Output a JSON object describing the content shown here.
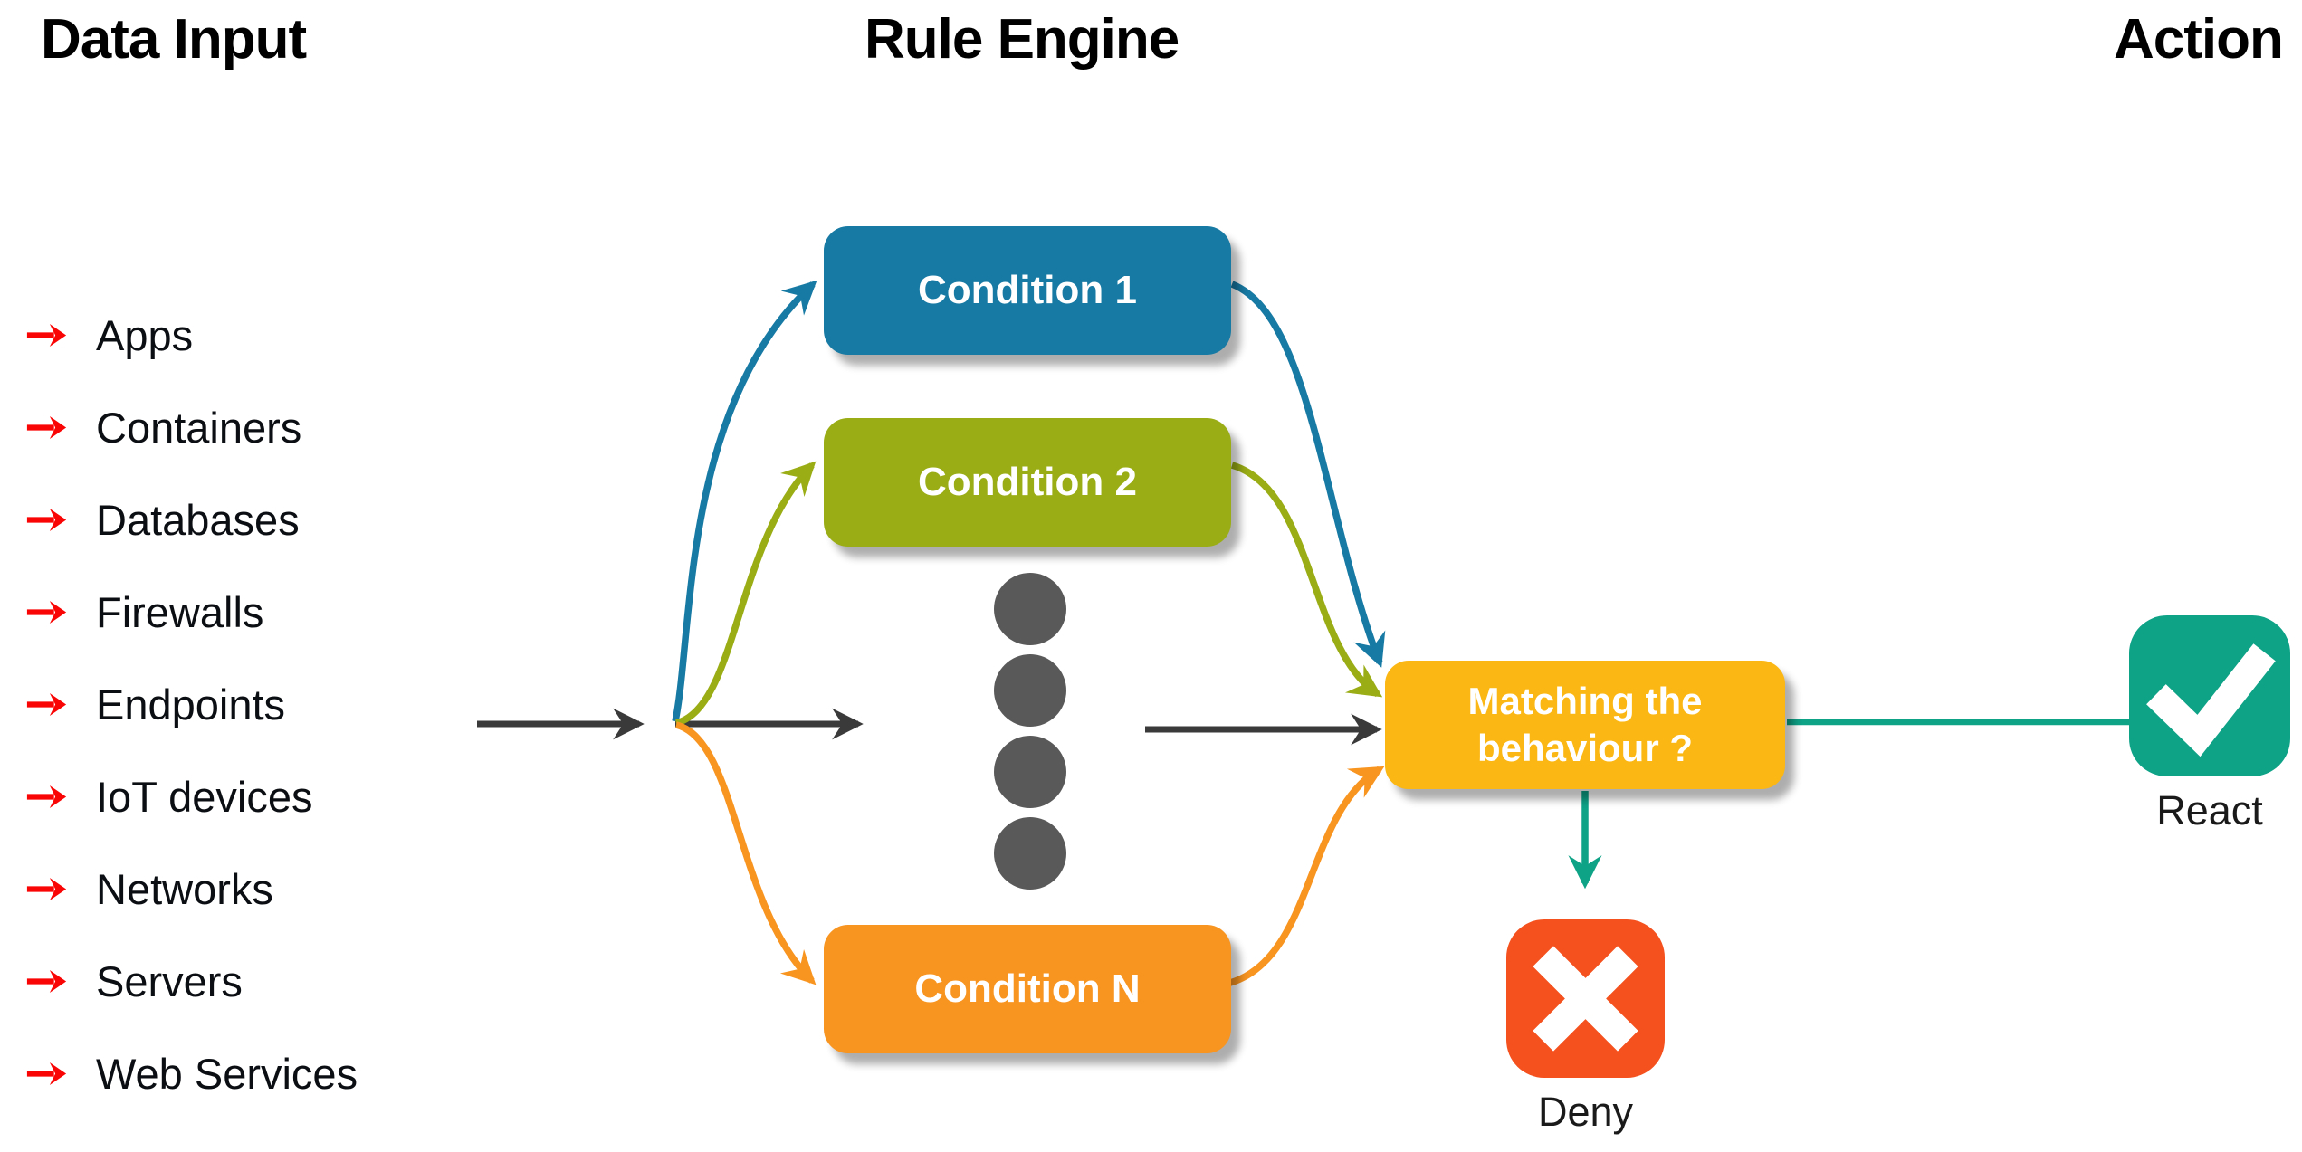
{
  "headings": {
    "left": "Data Input",
    "center": "Rule Engine",
    "right": "Action"
  },
  "data_inputs": [
    "Apps",
    "Containers",
    "Databases",
    "Firewalls",
    "Endpoints",
    "IoT devices",
    "Networks",
    "Servers",
    "Web Services"
  ],
  "rule_engine": {
    "conditions": [
      {
        "label": "Condition 1",
        "color": "#177AA4"
      },
      {
        "label": "Condition 2",
        "color": "#9AAD15"
      },
      {
        "label": "Condition N",
        "color": "#F89420"
      }
    ],
    "ellipsis_dot_count": 4
  },
  "decision": {
    "line1": "Matching the",
    "line2": "behaviour ?",
    "color": "#FBB713"
  },
  "actions": {
    "react": {
      "label": "React",
      "icon": "check-icon",
      "color": "#0EA287"
    },
    "deny": {
      "label": "Deny",
      "icon": "cross-icon",
      "color": "#F4511E"
    }
  },
  "colors": {
    "list_arrow": "#FA0505",
    "flow_arrow": "#3A3A3A",
    "dots": "#595959",
    "blue_path": "#177AA4",
    "green_path": "#9AAD15",
    "orange_path": "#F89420",
    "teal_path": "#0EA287",
    "text": "#000000",
    "background": "#FFFFFF"
  }
}
